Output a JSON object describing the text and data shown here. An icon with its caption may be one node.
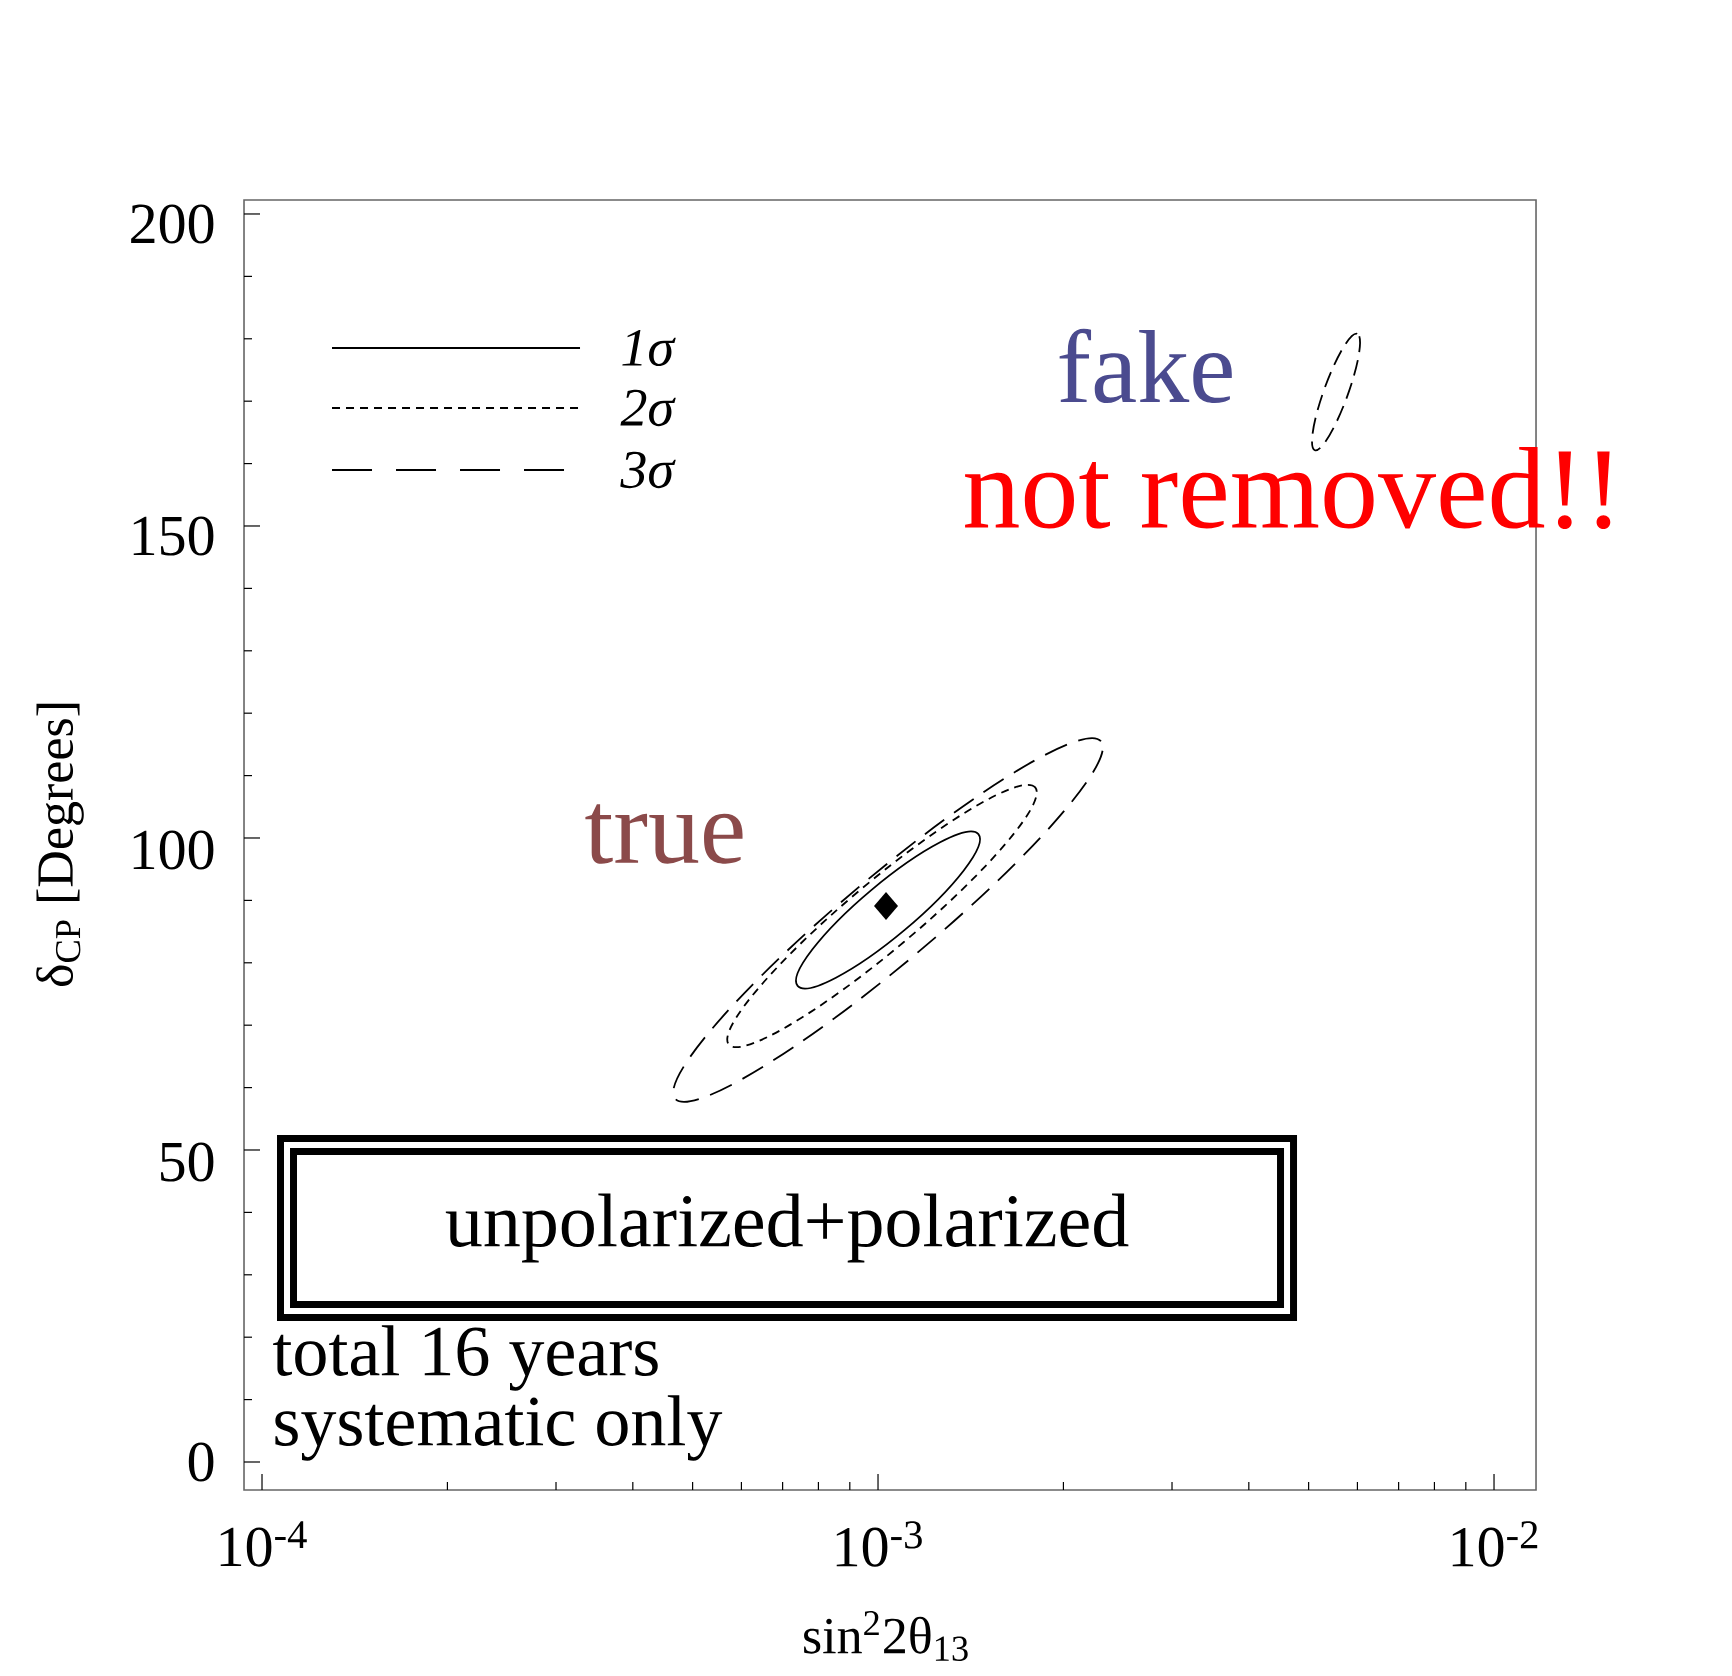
{
  "diagram": {
    "nodes": [
      {
        "text": [
          "unpolarized+polarized"
        ]
      }
    ],
    "labels": [
      "fake",
      "not removed!!",
      "true",
      "200",
      "150",
      "100",
      "50",
      "0",
      "δ$_{CP}$ [Degrees]",
      "10$^{-4}$",
      "10$^{-3}$",
      "10$^{-2}$",
      "sin$^{2}$2θ$_{13}$",
      "total 16 years",
      "systematic only"
    ],
    "legend": [
      {
        "text": "1σ"
      },
      {
        "text": "2σ"
      },
      {
        "text": "3σ"
      }
    ]
  }
}
